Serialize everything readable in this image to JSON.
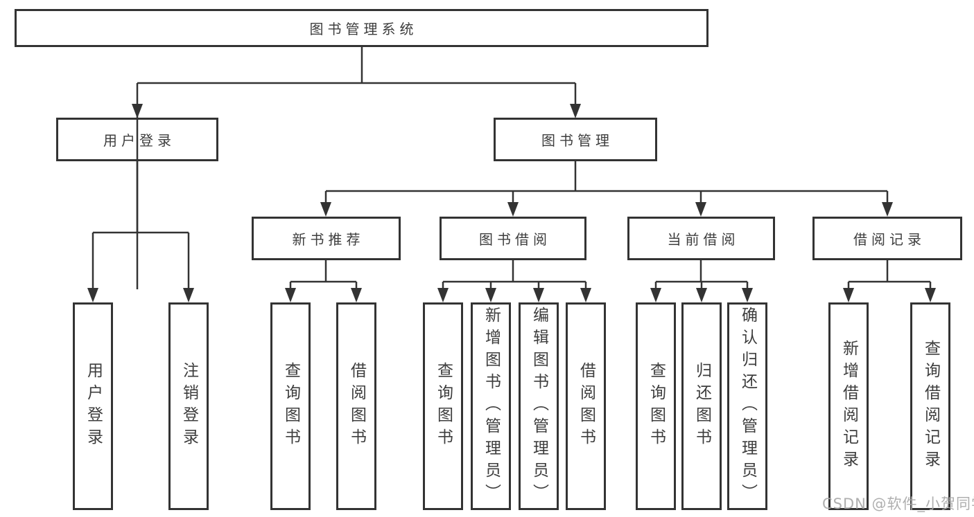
{
  "diagram": {
    "type": "hierarchy-tree",
    "watermark": "CSDN @软件_小贺同学",
    "colors": {
      "background": "#ffffff",
      "line": "#333333",
      "box_border": "#333333",
      "text": "#3d3d3d",
      "watermark": "#a8a8a8"
    },
    "tree": {
      "label": "图书管理系统",
      "children": [
        {
          "label": "用户登录",
          "children": [
            {
              "label": "用户登录"
            },
            {
              "label": "注销登录"
            }
          ]
        },
        {
          "label": "图书管理",
          "children": [
            {
              "label": "新书推荐",
              "children": [
                {
                  "label": "查询图书"
                },
                {
                  "label": "借阅图书"
                }
              ]
            },
            {
              "label": "图书借阅",
              "children": [
                {
                  "label": "查询图书"
                },
                {
                  "label": "新增图书（管理员）"
                },
                {
                  "label": "编辑图书（管理员）"
                },
                {
                  "label": "借阅图书"
                }
              ]
            },
            {
              "label": "当前借阅",
              "children": [
                {
                  "label": "查询图书"
                },
                {
                  "label": "归还图书"
                },
                {
                  "label": "确认归还（管理员）"
                }
              ]
            },
            {
              "label": "借阅记录",
              "children": [
                {
                  "label": "新增借阅记录"
                },
                {
                  "label": "查询借阅记录"
                }
              ]
            }
          ]
        }
      ]
    }
  }
}
